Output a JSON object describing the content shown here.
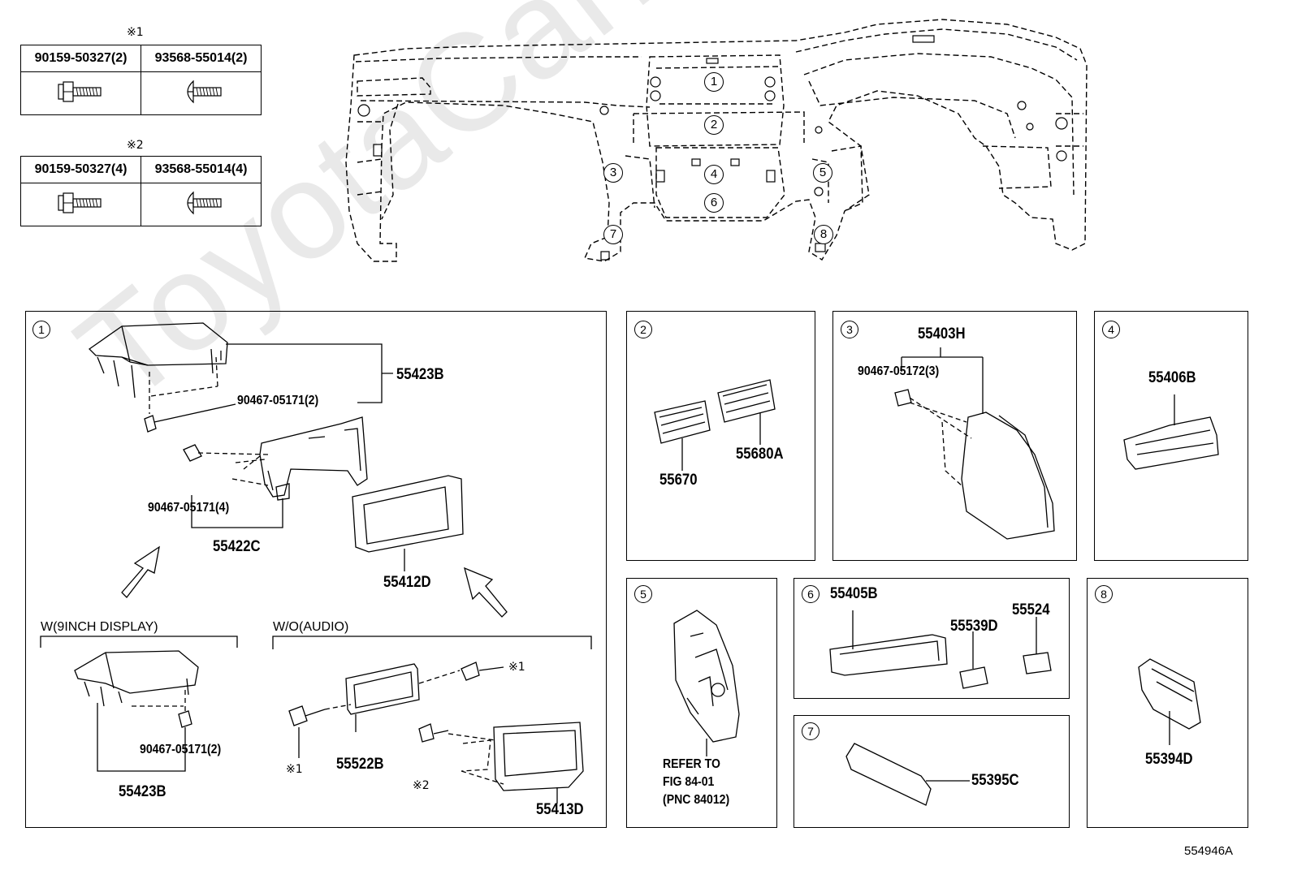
{
  "watermark": "ToyotaCarMine.ru",
  "fastener_tables": [
    {
      "note": "※1",
      "parts": [
        {
          "label": "90159-50327(2)",
          "icon": "flange-bolt-icon"
        },
        {
          "label": "93568-55014(2)",
          "icon": "round-head-screw-icon"
        }
      ]
    },
    {
      "note": "※2",
      "parts": [
        {
          "label": "90159-50327(4)",
          "icon": "flange-bolt-icon"
        },
        {
          "label": "93568-55014(4)",
          "icon": "round-head-screw-icon"
        }
      ]
    }
  ],
  "overview_callouts": [
    "1",
    "2",
    "3",
    "4",
    "5",
    "6",
    "7",
    "8"
  ],
  "panels": {
    "p1": {
      "num": "1",
      "labels": {
        "a": "55423B",
        "b": "90467-05171(2)",
        "c": "90467-05171(4)",
        "d": "55422C",
        "e": "55412D"
      },
      "sub_w9": {
        "title": "W(9INCH DISPLAY)",
        "clip": "90467-05171(2)",
        "part": "55423B"
      },
      "sub_woaudio": {
        "title": "W/O(AUDIO)",
        "note1": "※1",
        "note1b": "※1",
        "note2": "※2",
        "bezel": "55522B",
        "bracket": "55413D"
      }
    },
    "p2": {
      "num": "2",
      "a": "55670",
      "b": "55680A"
    },
    "p3": {
      "num": "3",
      "a": "55403H",
      "b": "90467-05172(3)"
    },
    "p4": {
      "num": "4",
      "a": "55406B"
    },
    "p5": {
      "num": "5",
      "ref1": "REFER TO",
      "ref2": "FIG 84-01",
      "ref3": "(PNC 84012)"
    },
    "p6": {
      "num": "6",
      "a": "55405B",
      "b": "55539D",
      "c": "55524"
    },
    "p7": {
      "num": "7",
      "a": "55395C"
    },
    "p8": {
      "num": "8",
      "a": "55394D"
    }
  },
  "illustration_id": "554946A"
}
